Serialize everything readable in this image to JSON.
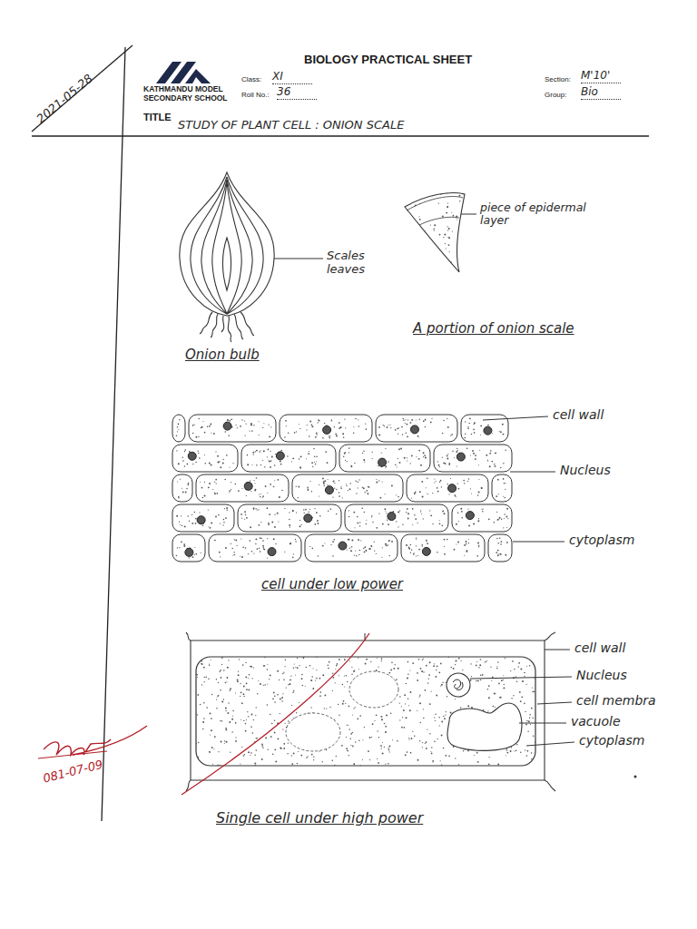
{
  "diagram": {
    "title": "BIOLOGY PRACTICAL SHEET",
    "labels": [
      "2021-05-28",
      "KATHMANDU MODEL SECONDARY SCHOOL",
      "Class:",
      "XI",
      "Roll No.:",
      "36",
      "Section:",
      "M'10'",
      "Group:",
      "Bio",
      "TITLE",
      "STUDY OF PLANT CELL : ONION SCALE",
      "Scales leaves",
      "piece of epidermal layer",
      "Onion bulb",
      "A portion of onion scale",
      "cell wall",
      "Nucleus",
      "cytoplasm",
      "cell under low power",
      "cell wall",
      "Nucleus",
      "cell membra",
      "vacuole",
      "cytoplasm",
      "Single cell under high power",
      "081-07-09"
    ]
  }
}
